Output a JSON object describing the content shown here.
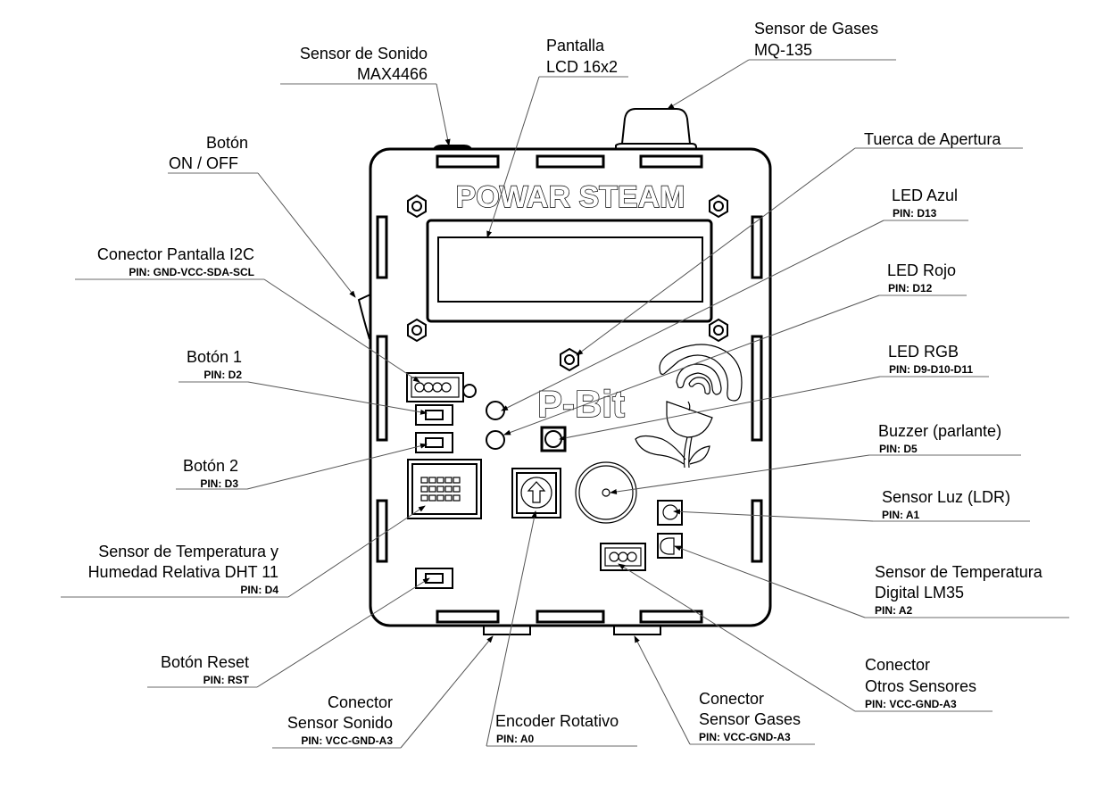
{
  "device": {
    "brand_text": "POWAR STEAM",
    "model_text": "P-Bit"
  },
  "labels": {
    "sensor_sonido": {
      "title": "Sensor de Sonido",
      "subtitle": "MAX4466"
    },
    "pantalla": {
      "title": "Pantalla",
      "subtitle": "LCD 16x2"
    },
    "sensor_gases": {
      "title": "Sensor de Gases",
      "subtitle": "MQ-135"
    },
    "boton_onoff": {
      "title": "Botón",
      "subtitle": "ON / OFF"
    },
    "tuerca": {
      "title": "Tuerca de Apertura"
    },
    "conector_i2c": {
      "title": "Conector Pantalla I2C",
      "pin": "PIN: GND-VCC-SDA-SCL"
    },
    "led_azul": {
      "title": "LED Azul",
      "pin": "PIN: D13"
    },
    "led_rojo": {
      "title": "LED Rojo",
      "pin": "PIN: D12"
    },
    "boton1": {
      "title": "Botón 1",
      "pin": "PIN: D2"
    },
    "led_rgb": {
      "title": "LED RGB",
      "pin": "PIN: D9-D10-D11"
    },
    "buzzer": {
      "title": "Buzzer (parlante)",
      "pin": "PIN: D5"
    },
    "boton2": {
      "title": "Botón 2",
      "pin": "PIN: D3"
    },
    "ldr": {
      "title": "Sensor Luz (LDR)",
      "pin": "PIN: A1"
    },
    "dht11": {
      "line1": "Sensor de Temperatura y",
      "line2": "Humedad Relativa DHT 11",
      "pin": "PIN: D4"
    },
    "lm35": {
      "line1": "Sensor de Temperatura",
      "line2": "Digital LM35",
      "pin": "PIN: A2"
    },
    "reset": {
      "title": "Botón Reset",
      "pin": "PIN: RST"
    },
    "conector_otros": {
      "line1": "Conector",
      "line2": "Otros Sensores",
      "pin": "PIN: VCC-GND-A3"
    },
    "conector_sonido": {
      "line1": "Conector",
      "line2": "Sensor Sonido",
      "pin": "PIN: VCC-GND-A3"
    },
    "encoder": {
      "title": "Encoder Rotativo",
      "pin": "PIN: A0"
    },
    "conector_gases": {
      "line1": "Conector",
      "line2": "Sensor Gases",
      "pin": "PIN: VCC-GND-A3"
    }
  }
}
